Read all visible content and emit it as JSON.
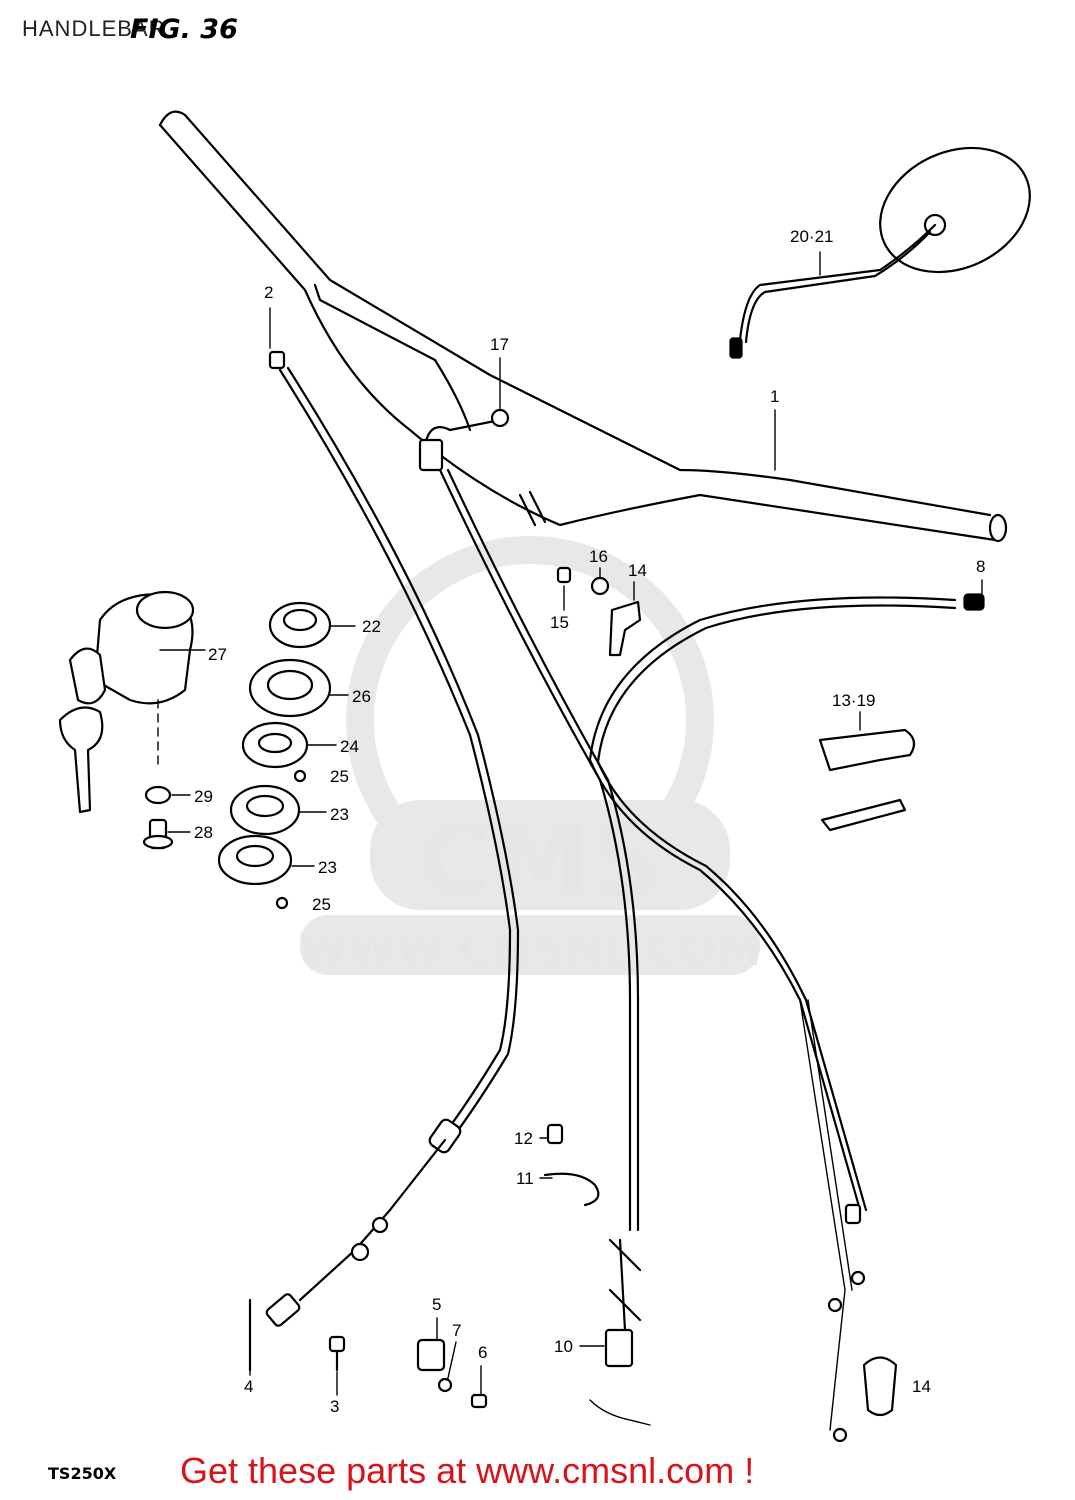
{
  "header": {
    "title": "HANDLEBAR",
    "figure": "FIG. 36"
  },
  "footer": {
    "model": "TS250X",
    "promo": "Get these parts at www.cmsnl.com !"
  },
  "watermark": {
    "brand": "CMS",
    "url": "WWW.CMSNL.COM"
  },
  "part_labels": {
    "p1": "1",
    "p2": "2",
    "p3": "3",
    "p4": "4",
    "p5": "5",
    "p6": "6",
    "p7": "7",
    "p8": "8",
    "p10": "10",
    "p11": "11",
    "p12": "12",
    "p13_19": "13·19",
    "p14_top": "14",
    "p14_bottom": "14",
    "p15": "15",
    "p16": "16",
    "p17": "17",
    "p20_21": "20·21",
    "p22": "22",
    "p23_a": "23",
    "p23_b": "23",
    "p24": "24",
    "p25_a": "25",
    "p25_b": "25",
    "p26": "26",
    "p27": "27",
    "p28": "28",
    "p29": "29"
  },
  "colors": {
    "promo": "#d8141a",
    "line": "#000000",
    "watermark": "#e6e6e6"
  }
}
